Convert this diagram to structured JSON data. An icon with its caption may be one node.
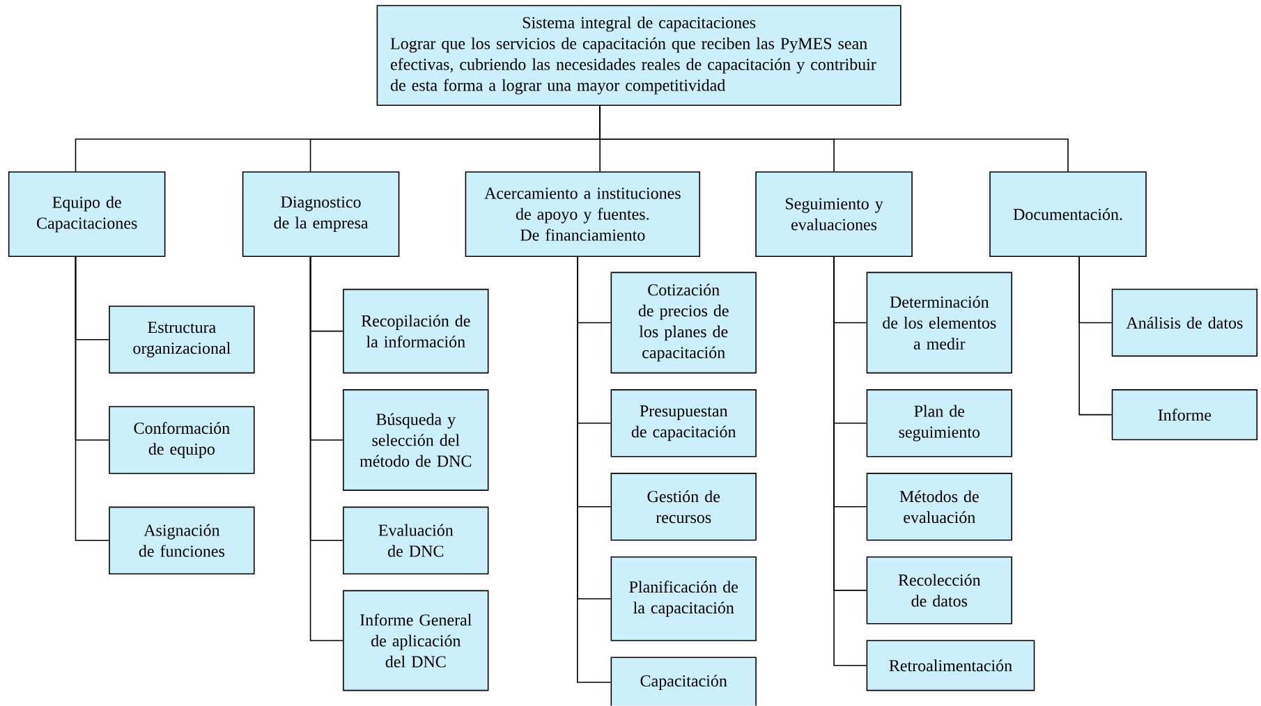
{
  "diagram": {
    "nodes": [
      {
        "text": [
          "Sistema integral de capacitaciones",
          "Lograr que los servicios de capacitación que reciben las PyMES sean efectivas, cubriendo las necesidades reales de capacitación y contribuir de esta forma a lograr una mayor competitividad"
        ]
      },
      {
        "text": [
          "Equipo de Capacitaciones"
        ]
      },
      {
        "text": [
          "Diagnostico de la empresa"
        ]
      },
      {
        "text": [
          "Acercamiento a instituciones de apoyo y fuentes. De financiamiento"
        ]
      },
      {
        "text": [
          "Seguimiento y evaluaciones"
        ]
      },
      {
        "text": [
          "Documentación."
        ]
      },
      {
        "text": [
          "Estructura organizacional"
        ]
      },
      {
        "text": [
          "Conformación de equipo"
        ]
      },
      {
        "text": [
          "Asignación de funciones"
        ]
      },
      {
        "text": [
          "Recopilación de la información"
        ]
      },
      {
        "text": [
          "Búsqueda y selección del método de DNC"
        ]
      },
      {
        "text": [
          "Evaluación de DNC"
        ]
      },
      {
        "text": [
          "Informe General de aplicación del DNC"
        ]
      },
      {
        "text": [
          "Cotización de precios de los planes de capacitación"
        ]
      },
      {
        "text": [
          "Presupuestan de capacitación"
        ]
      },
      {
        "text": [
          "Gestión de recursos"
        ]
      },
      {
        "text": [
          "Planificación de la capacitación"
        ]
      },
      {
        "text": [
          "Capacitación"
        ]
      },
      {
        "text": [
          "Determinación de los elementos a medir"
        ]
      },
      {
        "text": [
          "Plan de seguimiento"
        ]
      },
      {
        "text": [
          "Métodos de evaluación"
        ]
      },
      {
        "text": [
          "Recolección de datos"
        ]
      },
      {
        "text": [
          "Retroalimentación"
        ]
      },
      {
        "text": [
          "Análisis de datos"
        ]
      },
      {
        "text": [
          "Informe"
        ]
      }
    ],
    "edges": [
      {
        "from": 0,
        "to": 1,
        "arrow": "none"
      },
      {
        "from": 0,
        "to": 2,
        "arrow": "none"
      },
      {
        "from": 0,
        "to": 3,
        "arrow": "none"
      },
      {
        "from": 0,
        "to": 4,
        "arrow": "none"
      },
      {
        "from": 0,
        "to": 5,
        "arrow": "none"
      },
      {
        "from": 1,
        "to": 6,
        "arrow": "none"
      },
      {
        "from": 1,
        "to": 7,
        "arrow": "none"
      },
      {
        "from": 1,
        "to": 8,
        "arrow": "none"
      },
      {
        "from": 2,
        "to": 9,
        "arrow": "none"
      },
      {
        "from": 2,
        "to": 10,
        "arrow": "none"
      },
      {
        "from": 2,
        "to": 11,
        "arrow": "none"
      },
      {
        "from": 2,
        "to": 12,
        "arrow": "none"
      },
      {
        "from": 3,
        "to": 13,
        "arrow": "none"
      },
      {
        "from": 3,
        "to": 14,
        "arrow": "none"
      },
      {
        "from": 3,
        "to": 15,
        "arrow": "none"
      },
      {
        "from": 3,
        "to": 16,
        "arrow": "none"
      },
      {
        "from": 3,
        "to": 17,
        "arrow": "none"
      },
      {
        "from": 4,
        "to": 18,
        "arrow": "none"
      },
      {
        "from": 4,
        "to": 19,
        "arrow": "none"
      },
      {
        "from": 4,
        "to": 20,
        "arrow": "none"
      },
      {
        "from": 4,
        "to": 21,
        "arrow": "none"
      },
      {
        "from": 4,
        "to": 22,
        "arrow": "none"
      },
      {
        "from": 5,
        "to": 23,
        "arrow": "none"
      },
      {
        "from": 5,
        "to": 24,
        "arrow": "none"
      }
    ]
  }
}
